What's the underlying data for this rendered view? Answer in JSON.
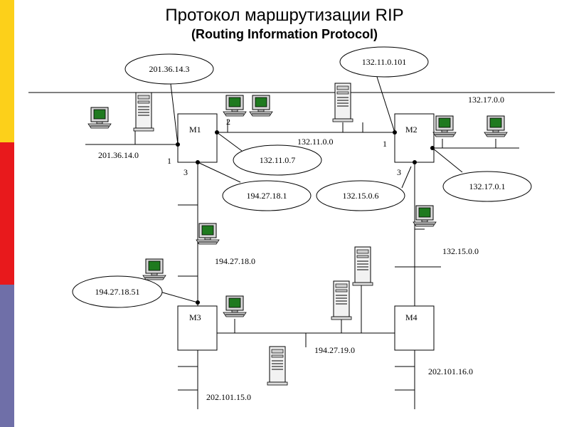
{
  "title": "Протокол маршрутизации RIP",
  "subtitle": "(Routing Information Protocol)",
  "colors": {
    "stripe_top": "#fcd01a",
    "stripe_middle": "#e8191c",
    "stripe_bottom": "#6f6fa8",
    "monitor_screen": "#1f7a1f"
  },
  "routers": {
    "m1": "M1",
    "m2": "M2",
    "m3": "M3",
    "m4": "M4"
  },
  "networks": {
    "n201": "201.36.14.0",
    "n132_11": "132.11.0.0",
    "n132_17": "132.17.0.0",
    "n194_27_18": "194.27.18.0",
    "n132_15": "132.15.0.0",
    "n194_27_19": "194.27.19.0",
    "n202_101_16": "202.101.16.0",
    "n202_101_15": "202.101.15.0"
  },
  "addresses": {
    "a201_36_14_3": "201.36.14.3",
    "a132_11_0_101": "132.11.0.101",
    "a132_11_0_7": "132.11.0.7",
    "a194_27_18_1": "194.27.18.1",
    "a132_15_0_6": "132.15.0.6",
    "a132_17_0_1": "132.17.0.1",
    "a194_27_18_51": "194.27.18.51"
  },
  "ports": {
    "m1_1": "1",
    "m1_2": "2",
    "m1_3": "3",
    "m2_1": "1",
    "m2_3": "3"
  }
}
